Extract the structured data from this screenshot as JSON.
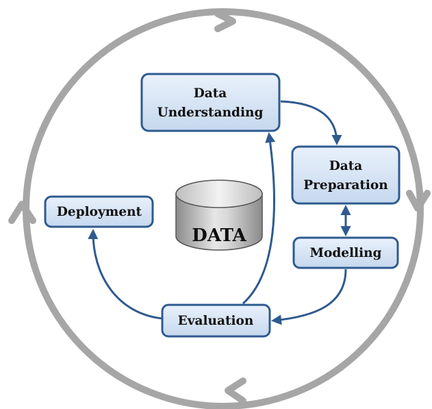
{
  "diagram": {
    "center_label": "DATA",
    "nodes": {
      "business_understanding": {
        "line1": "Data",
        "line2": "Understanding"
      },
      "data_preparation": {
        "line1": "Data",
        "line2": "Preparation"
      },
      "modelling": {
        "label": "Modelling"
      },
      "evaluation": {
        "label": "Evaluation"
      },
      "deployment": {
        "label": "Deployment"
      }
    },
    "colors": {
      "box_fill_top": "#e9f1fb",
      "box_fill_bottom": "#c6d8ee",
      "box_border": "#2e5a8f",
      "flow_arrow": "#2e5a8f",
      "outer_ring": "#a6a6a6",
      "cylinder_dark": "#8c8c8c",
      "cylinder_light": "#e6e6e6"
    }
  }
}
